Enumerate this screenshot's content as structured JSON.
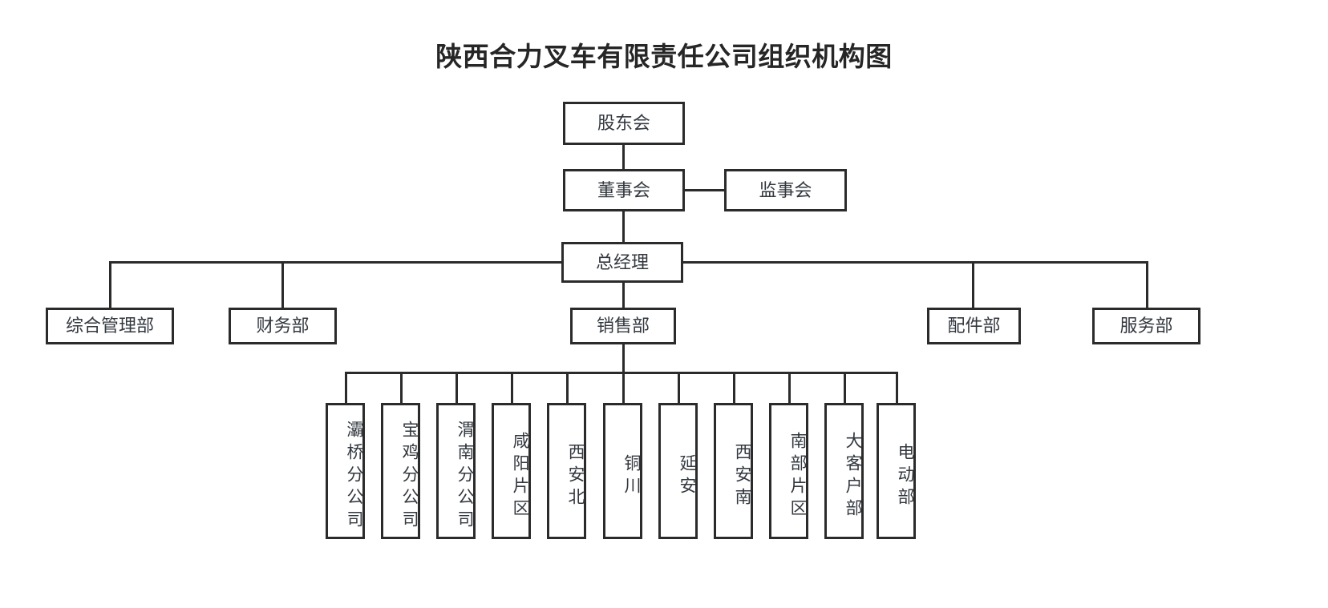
{
  "title": "陕西合力叉车有限责任公司组织机构图",
  "nodes": {
    "shareholders": "股东会",
    "board": "董事会",
    "supervisors": "监事会",
    "general_manager": "总经理"
  },
  "departments": [
    {
      "label": "综合管理部"
    },
    {
      "label": "财务部"
    },
    {
      "label": "销售部"
    },
    {
      "label": "配件部"
    },
    {
      "label": "服务部"
    }
  ],
  "sales_units": [
    {
      "label": "灞桥分公司"
    },
    {
      "label": "宝鸡分公司"
    },
    {
      "label": "渭南分公司"
    },
    {
      "label": "咸阳片区"
    },
    {
      "label": "西安北"
    },
    {
      "label": "铜川"
    },
    {
      "label": "延安"
    },
    {
      "label": "西安南"
    },
    {
      "label": "南部片区"
    },
    {
      "label": "大客户部"
    },
    {
      "label": "电动部"
    }
  ],
  "colors": {
    "line": "#2b2b2b",
    "text": "#33383f",
    "title": "#262626",
    "background": "#ffffff"
  }
}
